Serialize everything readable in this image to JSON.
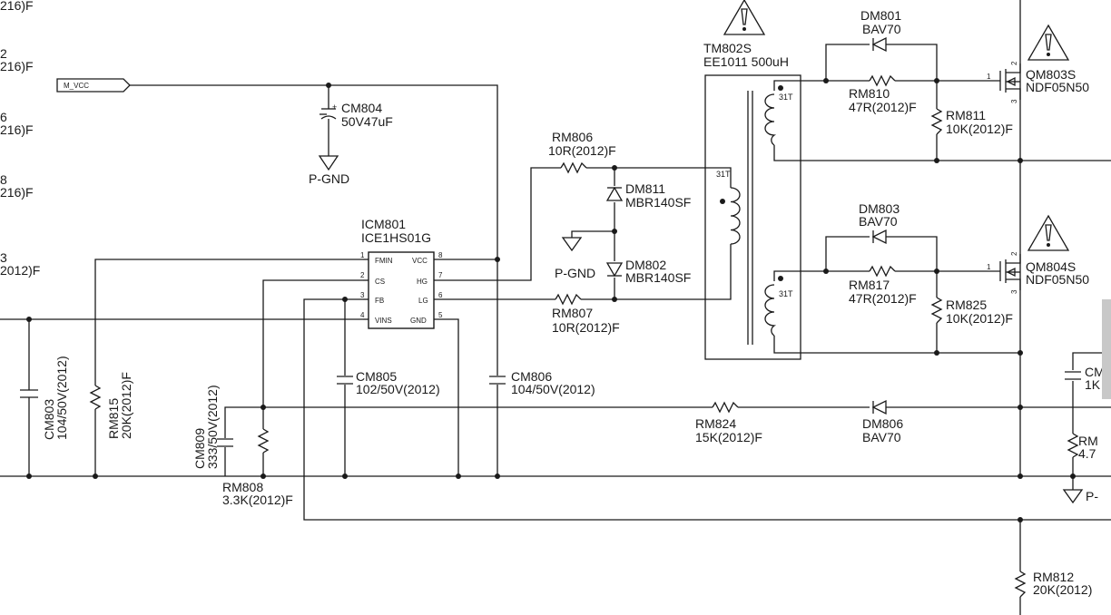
{
  "left_labels": [
    {
      "id": "l1",
      "lines": [
        "216)F"
      ]
    },
    {
      "id": "l2",
      "lines": [
        "2",
        "216)F"
      ]
    },
    {
      "id": "l3",
      "lines": [
        "6",
        "216)F"
      ]
    },
    {
      "id": "l4",
      "lines": [
        "8",
        "216)F"
      ]
    },
    {
      "id": "l5",
      "lines": [
        "3",
        "2012)F"
      ]
    }
  ],
  "net_flag": {
    "label": "M_VCC"
  },
  "ic": {
    "ref": "ICM801",
    "part": "ICE1HS01G",
    "pins_left": [
      {
        "num": "1",
        "name": "FMIN"
      },
      {
        "num": "2",
        "name": "CS"
      },
      {
        "num": "3",
        "name": "FB"
      },
      {
        "num": "4",
        "name": "VINS"
      }
    ],
    "pins_right": [
      {
        "num": "8",
        "name": "VCC"
      },
      {
        "num": "7",
        "name": "HG"
      },
      {
        "num": "6",
        "name": "LG"
      },
      {
        "num": "5",
        "name": "GND"
      }
    ]
  },
  "components": {
    "cm804": {
      "ref": "CM804",
      "value": "50V47uF",
      "gnd": "P-GND"
    },
    "rm806": {
      "ref": "RM806",
      "value": "10R(2012)F"
    },
    "dm811": {
      "ref": "DM811",
      "value": "MBR140SF"
    },
    "dm802": {
      "ref": "DM802",
      "value": "MBR140SF",
      "gnd": "P-GND"
    },
    "rm807": {
      "ref": "RM807",
      "value": "10R(2012)F"
    },
    "tm802s": {
      "ref": "TM802S",
      "value": "EE1011 500uH",
      "turns_primary": "31T",
      "turns_sec1": "31T",
      "turns_sec2": "31T"
    },
    "dm801": {
      "ref": "DM801",
      "value": "BAV70"
    },
    "rm810": {
      "ref": "RM810",
      "value": "47R(2012)F"
    },
    "rm811": {
      "ref": "RM811",
      "value": "10K(2012)F"
    },
    "qm803s": {
      "ref": "QM803S",
      "value": "NDF05N50",
      "pin1": "1",
      "pin2": "2",
      "pin3": "3"
    },
    "dm803": {
      "ref": "DM803",
      "value": "BAV70"
    },
    "rm817": {
      "ref": "RM817",
      "value": "47R(2012)F"
    },
    "rm825": {
      "ref": "RM825",
      "value": "10K(2012)F"
    },
    "qm804s": {
      "ref": "QM804S",
      "value": "NDF05N50",
      "pin1": "1",
      "pin2": "2",
      "pin3": "3"
    },
    "cm803": {
      "ref": "CM803",
      "value": "104/50V(2012)"
    },
    "rm815": {
      "ref": "RM815",
      "value": "20K(2012)F"
    },
    "cm809": {
      "ref": "CM809",
      "value": "333/50V(2012)"
    },
    "rm808": {
      "ref": "RM808",
      "value": "3.3K(2012)F"
    },
    "cm805": {
      "ref": "CM805",
      "value": "102/50V(2012)"
    },
    "cm806": {
      "ref": "CM806",
      "value": "104/50V(2012)"
    },
    "rm824": {
      "ref": "RM824",
      "value": "15K(2012)F"
    },
    "dm806": {
      "ref": "DM806",
      "value": "BAV70"
    },
    "rm812": {
      "ref": "RM812",
      "value": "20K(2012)"
    },
    "right_partial": {
      "c1": "CM",
      "c2": "1K",
      "r1": "RM",
      "r2": "4.7",
      "gnd": "P-"
    }
  }
}
